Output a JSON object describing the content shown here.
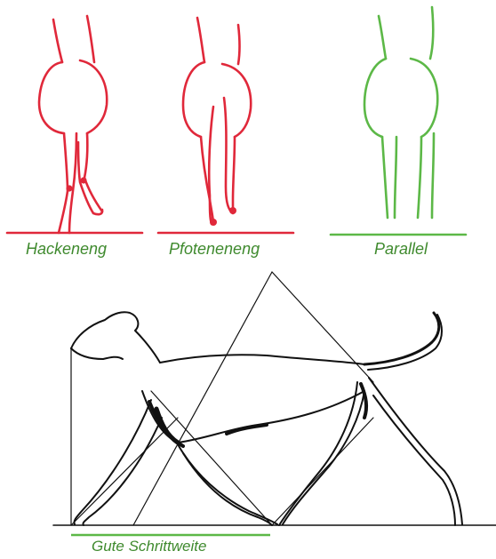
{
  "captions": {
    "hackeneng": "Hackeneng",
    "pfoteneneng": "Pfoteneneng",
    "parallel": "Parallel",
    "stride": "Gute Schrittweite"
  },
  "colors": {
    "faulty": "#e0283a",
    "correct": "#5cb847",
    "caption": "#3f8a2e",
    "ink": "#111111"
  }
}
